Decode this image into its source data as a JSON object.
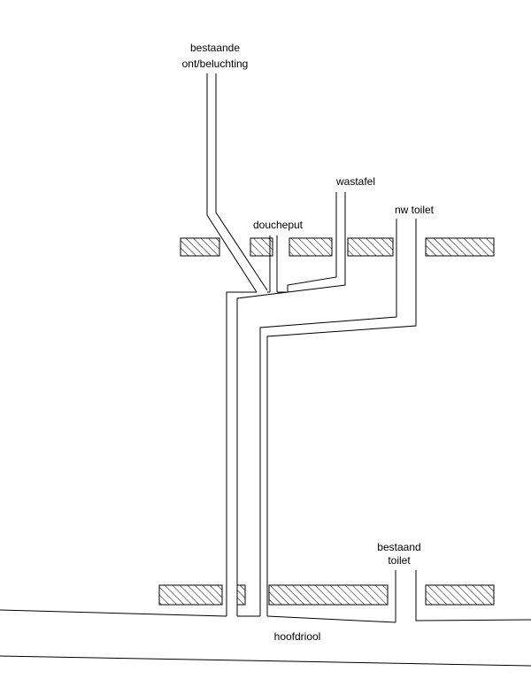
{
  "labels": {
    "vent": [
      "bestaande",
      "ont/beluchting"
    ],
    "wastafel": "wastafel",
    "doucheput": "doucheput",
    "nw_toilet": "nw toilet",
    "bestaand_toilet": [
      "bestaand",
      "toilet"
    ],
    "hoofdriool": "hoofdriool"
  },
  "colors": {
    "line": "#000000",
    "background": "#ffffff"
  }
}
